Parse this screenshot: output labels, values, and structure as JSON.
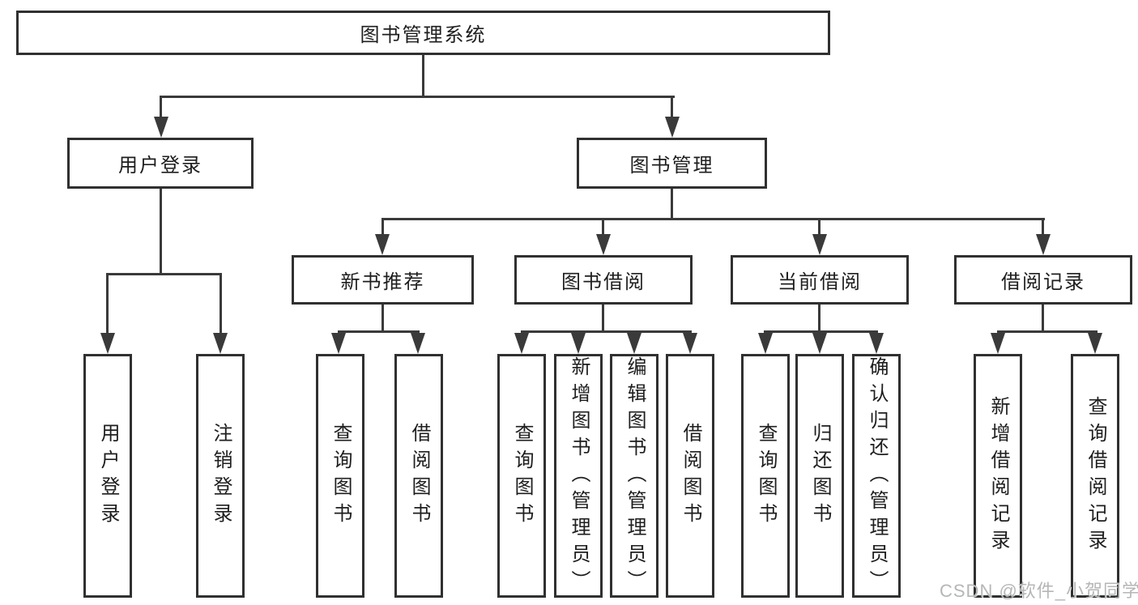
{
  "colors": {
    "line": "#3a3a3a",
    "box_border": "#303030",
    "text": "#1e1e1e",
    "watermark": "#b6b6b6",
    "background": "#ffffff"
  },
  "tree": {
    "root": {
      "label": "图书管理系统",
      "children": [
        {
          "label": "用户登录",
          "children": [
            {
              "label": "用户登录"
            },
            {
              "label": "注销登录"
            }
          ]
        },
        {
          "label": "图书管理",
          "children": [
            {
              "label": "新书推荐",
              "children": [
                {
                  "label": "查询图书"
                },
                {
                  "label": "借阅图书"
                }
              ]
            },
            {
              "label": "图书借阅",
              "children": [
                {
                  "label": "查询图书"
                },
                {
                  "label": "新增图书（管理员）"
                },
                {
                  "label": "编辑图书（管理员）"
                },
                {
                  "label": "借阅图书"
                }
              ]
            },
            {
              "label": "当前借阅",
              "children": [
                {
                  "label": "查询图书"
                },
                {
                  "label": "归还图书"
                },
                {
                  "label": "确认归还（管理员）"
                }
              ]
            },
            {
              "label": "借阅记录",
              "children": [
                {
                  "label": "新增借阅记录"
                },
                {
                  "label": "查询借阅记录"
                }
              ]
            }
          ]
        }
      ]
    }
  },
  "watermark": {
    "text": "CSDN @软件_小贺同学"
  }
}
